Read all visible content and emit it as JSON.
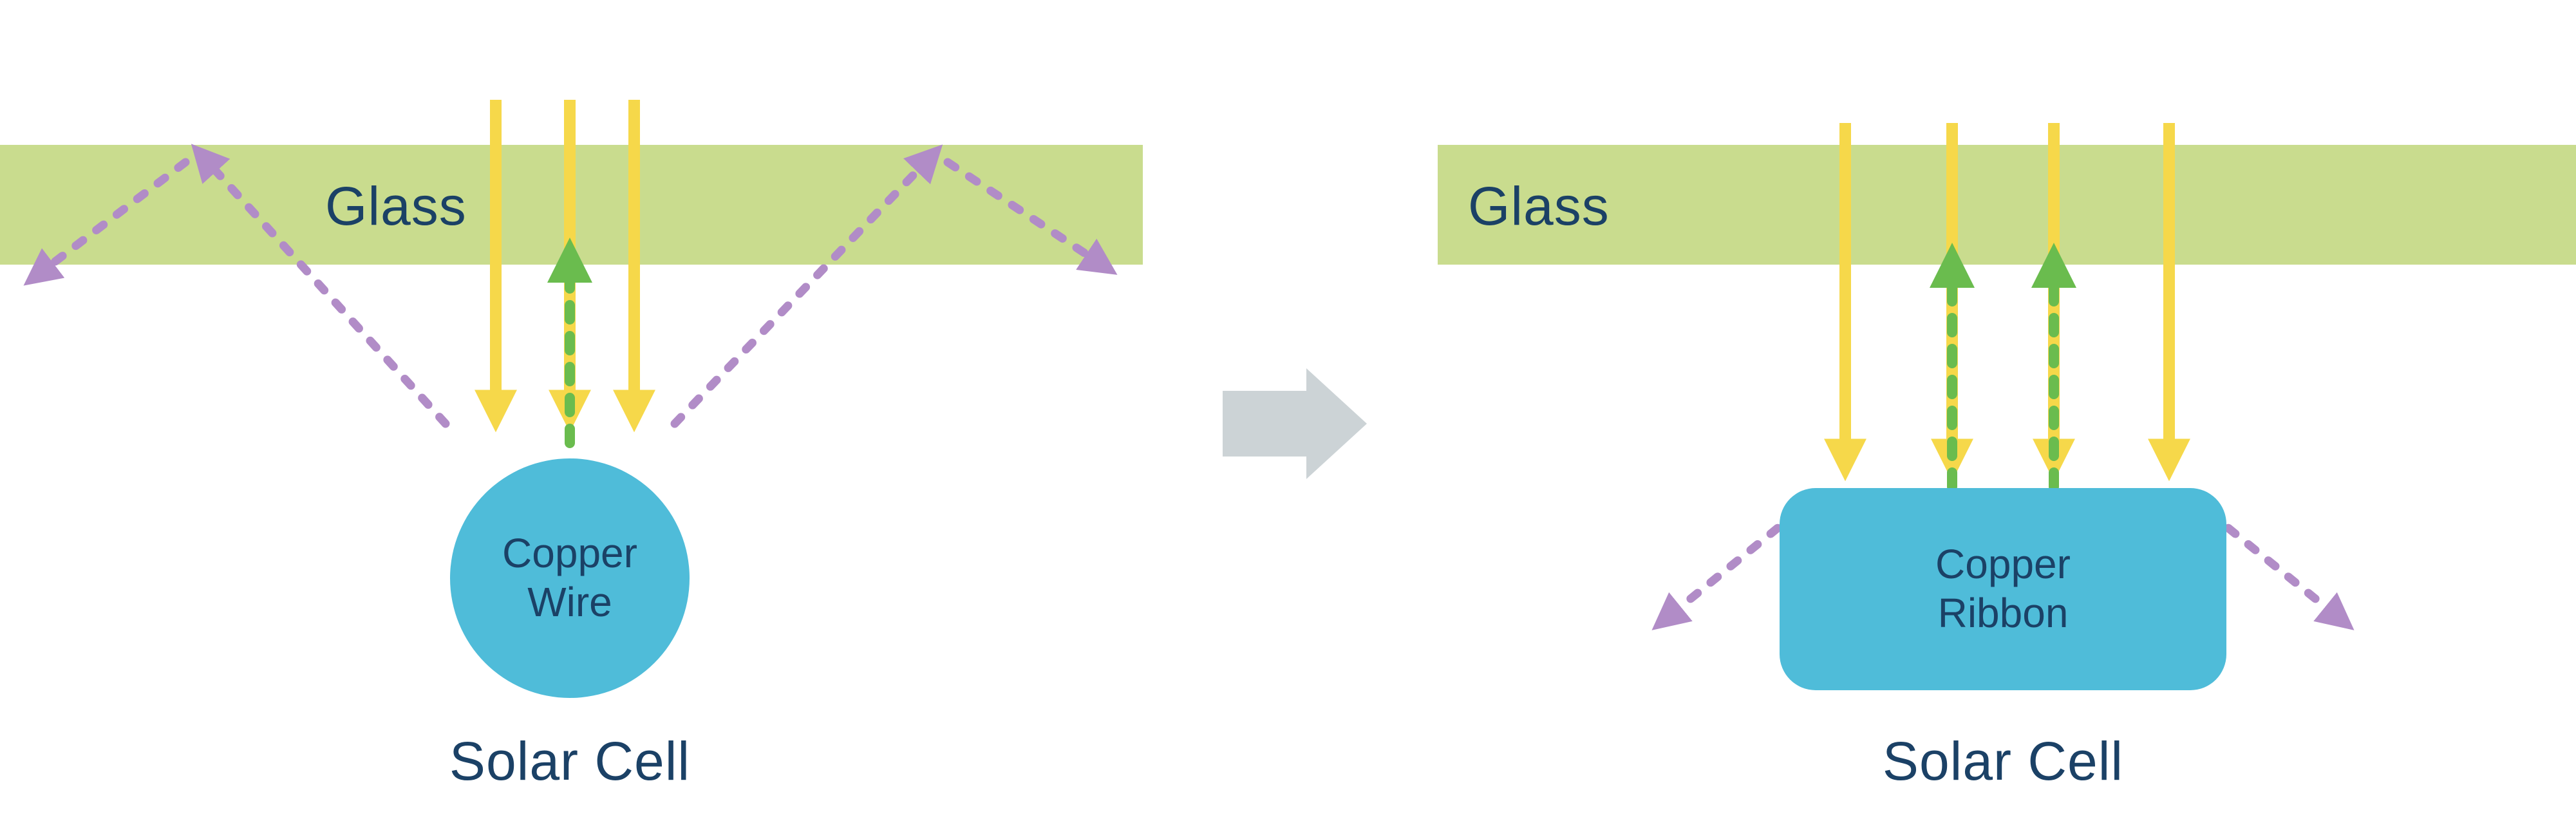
{
  "colors": {
    "glass": "#c9dc8e",
    "sunlight_yellow": "#f6d84a",
    "transmitted_green": "#6abc4e",
    "reflected_purple": "#b18cc7",
    "copper_blue": "#4fbcd9",
    "label_navy": "#1b4166",
    "transition_gray": "#ccd3d6"
  },
  "left_panel": {
    "glass_label": "Glass",
    "component_label": "Copper Wire",
    "cell_label": "Solar Cell"
  },
  "right_panel": {
    "glass_label": "Glass",
    "component_label": "Copper Ribbon",
    "cell_label": "Solar Cell"
  }
}
